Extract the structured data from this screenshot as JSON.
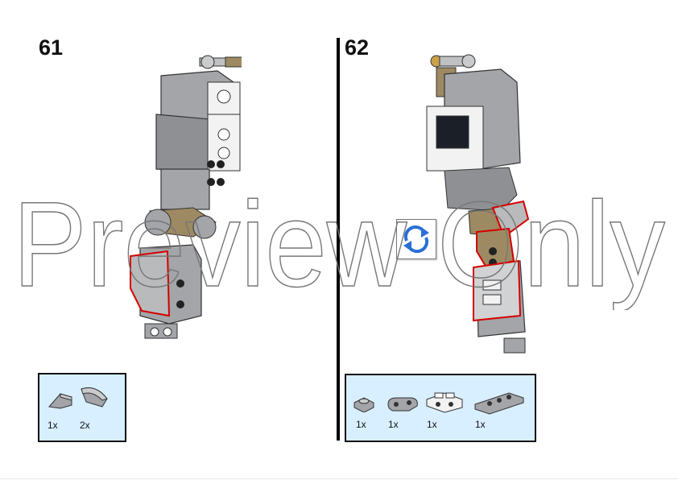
{
  "steps": [
    {
      "number": "61",
      "parts": [
        {
          "icon": "curved-slope-2x1-icon",
          "qty": "1x"
        },
        {
          "icon": "curved-slope-2x1-icon",
          "qty": "2x"
        }
      ]
    },
    {
      "number": "62",
      "parts": [
        {
          "icon": "plate-1x1-icon",
          "qty": "1x"
        },
        {
          "icon": "plate-rounded-1x2-icon",
          "qty": "1x"
        },
        {
          "icon": "bracket-1x2-icon",
          "qty": "1x"
        },
        {
          "icon": "plate-1x3-icon",
          "qty": "1x"
        }
      ]
    }
  ],
  "rotate_icon": "rotate-model-icon",
  "watermark": "Preview Only",
  "colors": {
    "parts_box_bg": "#d7efff",
    "highlight": "#d40000",
    "rotate_blue": "#2a6fd6",
    "brick_grey": "#a3a5a8",
    "brick_dark": "#6d6e70",
    "tan": "#9e8a62"
  }
}
